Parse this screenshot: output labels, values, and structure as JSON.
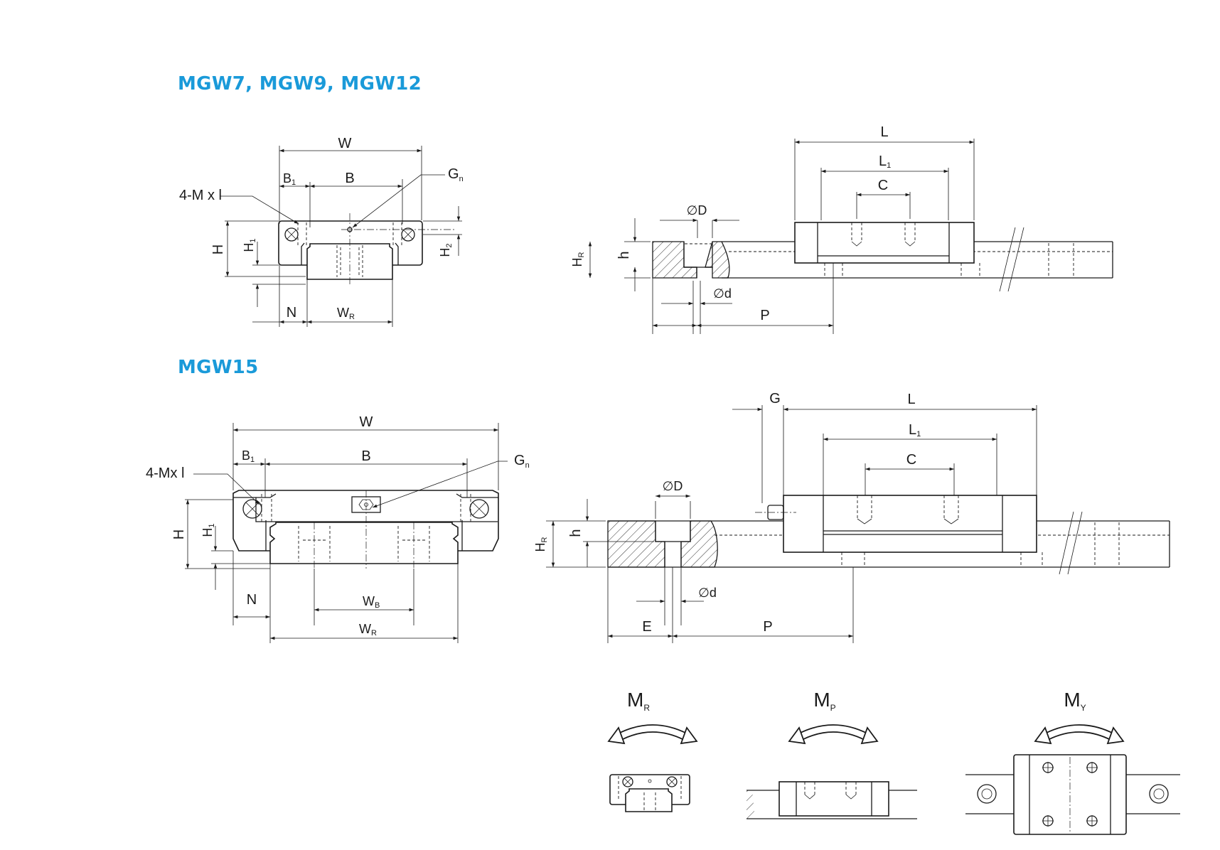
{
  "section1": {
    "title": "MGW7, MGW9, MGW12",
    "front_view": {
      "labels": {
        "W": "W",
        "B1": "B",
        "B1_sub": "1",
        "B": "B",
        "Gn": "G",
        "Gn_sub": "n",
        "mxl": "4-M x l",
        "H": "H",
        "H1": "H",
        "H1_sub": "1",
        "H2": "H",
        "H2_sub": "2",
        "N": "N",
        "WR": "W",
        "WR_sub": "R"
      }
    },
    "side_view": {
      "labels": {
        "L": "L",
        "L1": "L",
        "L1_sub": "1",
        "C": "C",
        "D": "∅D",
        "d": "∅d",
        "HR": "H",
        "HR_sub": "R",
        "h": "h",
        "P": "P"
      }
    }
  },
  "section2": {
    "title": "MGW15",
    "front_view": {
      "labels": {
        "W": "W",
        "B1": "B",
        "B1_sub": "1",
        "B": "B",
        "Gn": "G",
        "Gn_sub": "n",
        "mxl": "4-Mx l",
        "H": "H",
        "H1": "H",
        "H1_sub": "1",
        "N": "N",
        "WB": "W",
        "WB_sub": "B",
        "WR": "W",
        "WR_sub": "R"
      }
    },
    "side_view": {
      "labels": {
        "G": "G",
        "L": "L",
        "L1": "L",
        "L1_sub": "1",
        "C": "C",
        "D": "∅D",
        "d": "∅d",
        "HR": "H",
        "HR_sub": "R",
        "h": "h",
        "E": "E",
        "P": "P"
      }
    }
  },
  "moments": {
    "MR": {
      "label": "M",
      "sub": "R"
    },
    "MP": {
      "label": "M",
      "sub": "P"
    },
    "MY": {
      "label": "M",
      "sub": "Y"
    }
  },
  "icons": [
    "curved-double-arrow-icon",
    "hex-socket-icon",
    "cross-hole-icon"
  ]
}
